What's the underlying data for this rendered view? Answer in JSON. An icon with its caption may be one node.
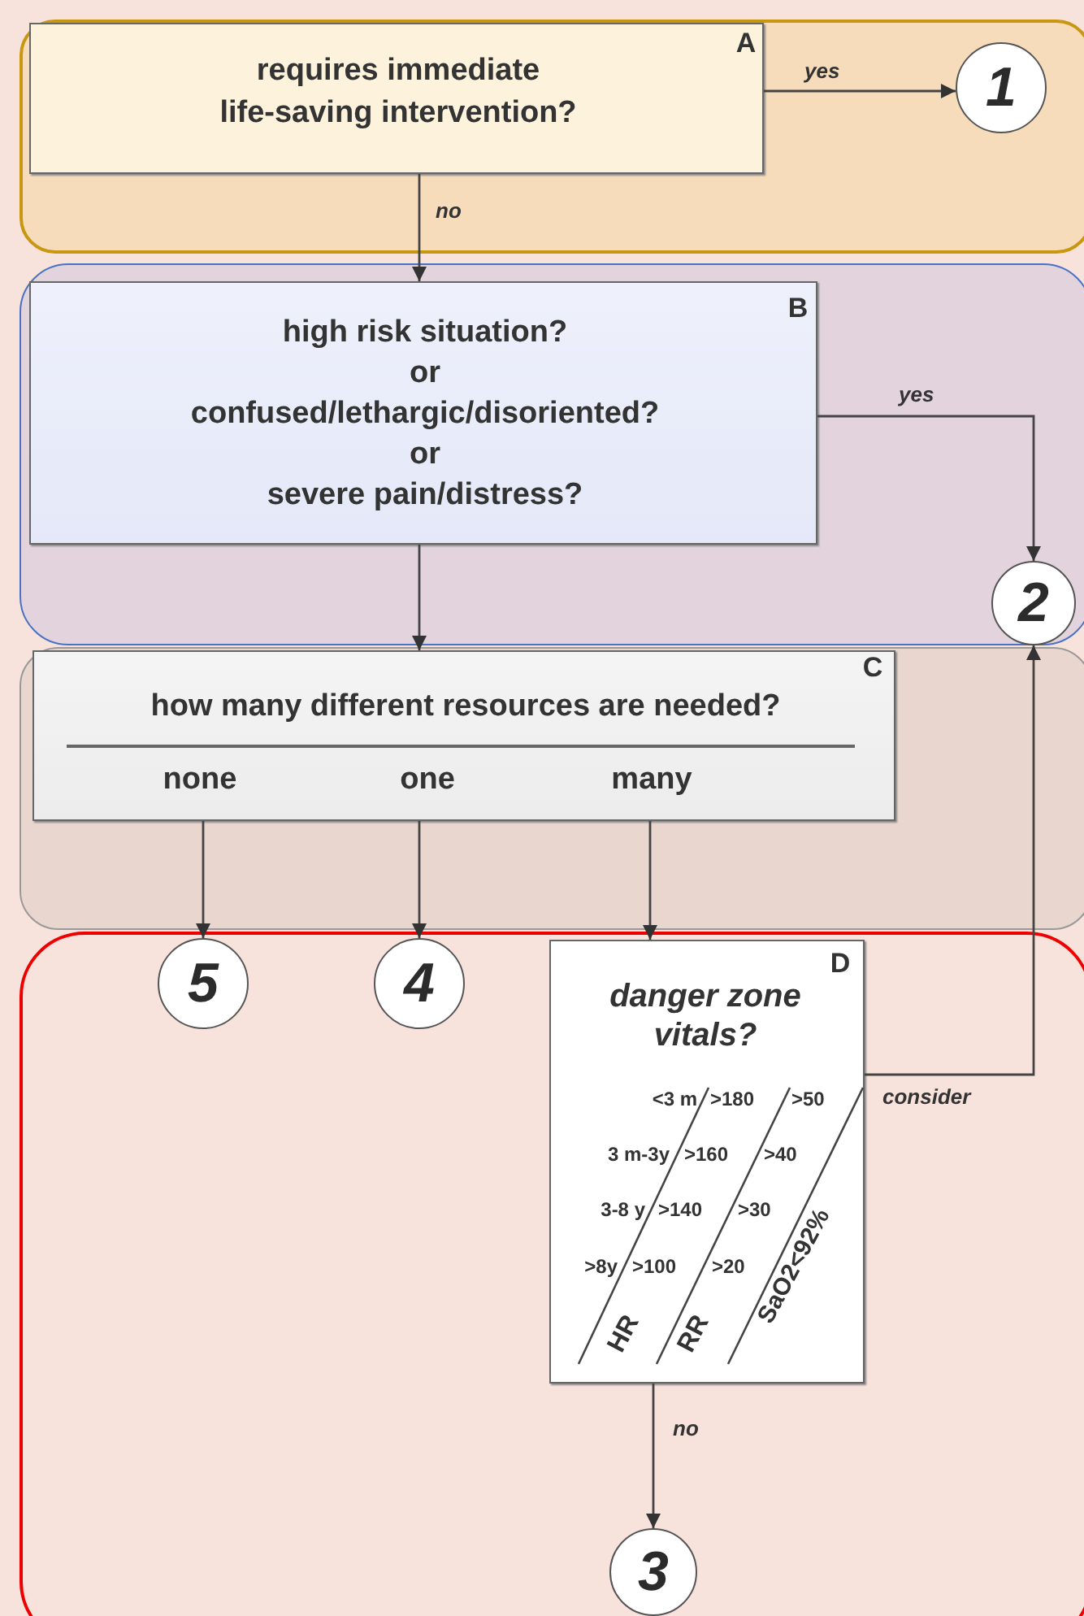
{
  "diagram": {
    "nodes": [
      {
        "text": [
          "A",
          "requires immediate",
          "life-saving intervention?"
        ]
      },
      {
        "text": [
          "1"
        ]
      },
      {
        "text": [
          "B",
          "high risk situation?",
          "or",
          "confused/lethargic/disoriented?",
          "or",
          "severe pain/distress?"
        ]
      },
      {
        "text": [
          "2"
        ]
      },
      {
        "text": [
          "C",
          "how many different resources are needed?",
          "none",
          "one",
          "many"
        ]
      },
      {
        "text": [
          "5"
        ]
      },
      {
        "text": [
          "4"
        ]
      },
      {
        "text": [
          "D",
          "danger zone vitals?",
          "<3 m",
          ">180",
          ">50",
          "3 m-3y",
          ">160",
          ">40",
          "3-8 y",
          ">140",
          ">30",
          ">8y",
          ">100",
          ">20",
          "HR",
          "RR",
          "SaO2<92%"
        ]
      },
      {
        "text": [
          "3"
        ]
      }
    ],
    "edges": [
      {
        "from": 0,
        "to": 1,
        "arrow": "to",
        "label": "yes"
      },
      {
        "from": 0,
        "to": 2,
        "arrow": "to",
        "label": "no"
      },
      {
        "from": 2,
        "to": 3,
        "arrow": "to",
        "label": "yes"
      },
      {
        "from": 2,
        "to": 4,
        "arrow": "to"
      },
      {
        "from": 4,
        "to": 5,
        "arrow": "to"
      },
      {
        "from": 4,
        "to": 6,
        "arrow": "to"
      },
      {
        "from": 4,
        "to": 7,
        "arrow": "to"
      },
      {
        "from": 7,
        "to": 3,
        "arrow": "to",
        "label": "consider"
      },
      {
        "from": 7,
        "to": 8,
        "arrow": "to",
        "label": "no"
      }
    ]
  }
}
